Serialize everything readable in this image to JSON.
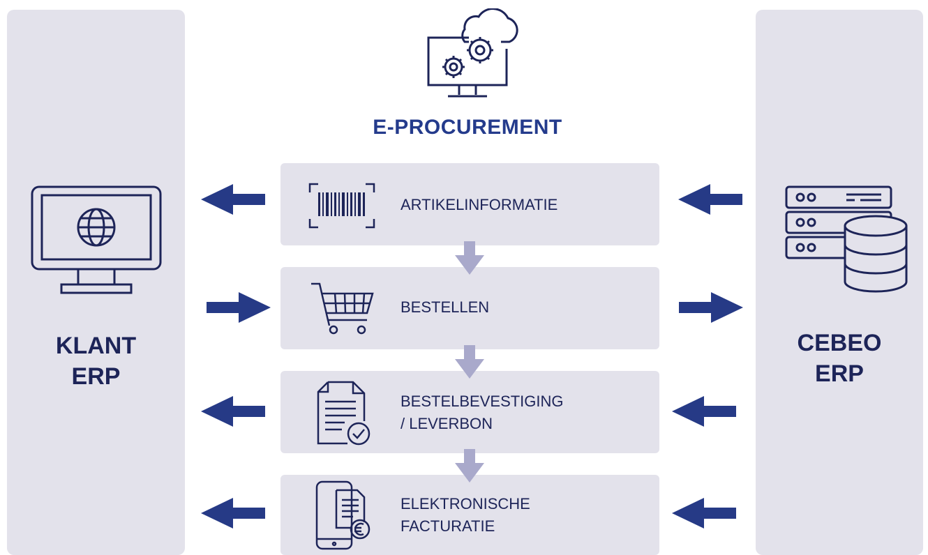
{
  "title": "E-PROCUREMENT",
  "left_system": {
    "line1": "KLANT",
    "line2": "ERP"
  },
  "right_system": {
    "line1": "CEBEO",
    "line2": "ERP"
  },
  "steps": [
    {
      "line1": "ARTIKELINFORMATIE",
      "line2": "",
      "icon": "barcode-icon",
      "left_dir": "left",
      "right_dir": "left"
    },
    {
      "line1": "BESTELLEN",
      "line2": "",
      "icon": "shopping-cart-icon",
      "left_dir": "right",
      "right_dir": "right"
    },
    {
      "line1": "BESTELBEVESTIGING",
      "line2": "/ LEVERBON",
      "icon": "document-check-icon",
      "left_dir": "left",
      "right_dir": "left"
    },
    {
      "line1": "ELEKTRONISCHE",
      "line2": "FACTURATIE",
      "icon": "phone-invoice-euro-icon",
      "left_dir": "left",
      "right_dir": "left"
    }
  ],
  "colors": {
    "navy": "#1d2458",
    "arrow": "#263a86",
    "panel": "#e3e2eb",
    "down_arrow": "#a9a9cb",
    "title": "#243b8c"
  }
}
